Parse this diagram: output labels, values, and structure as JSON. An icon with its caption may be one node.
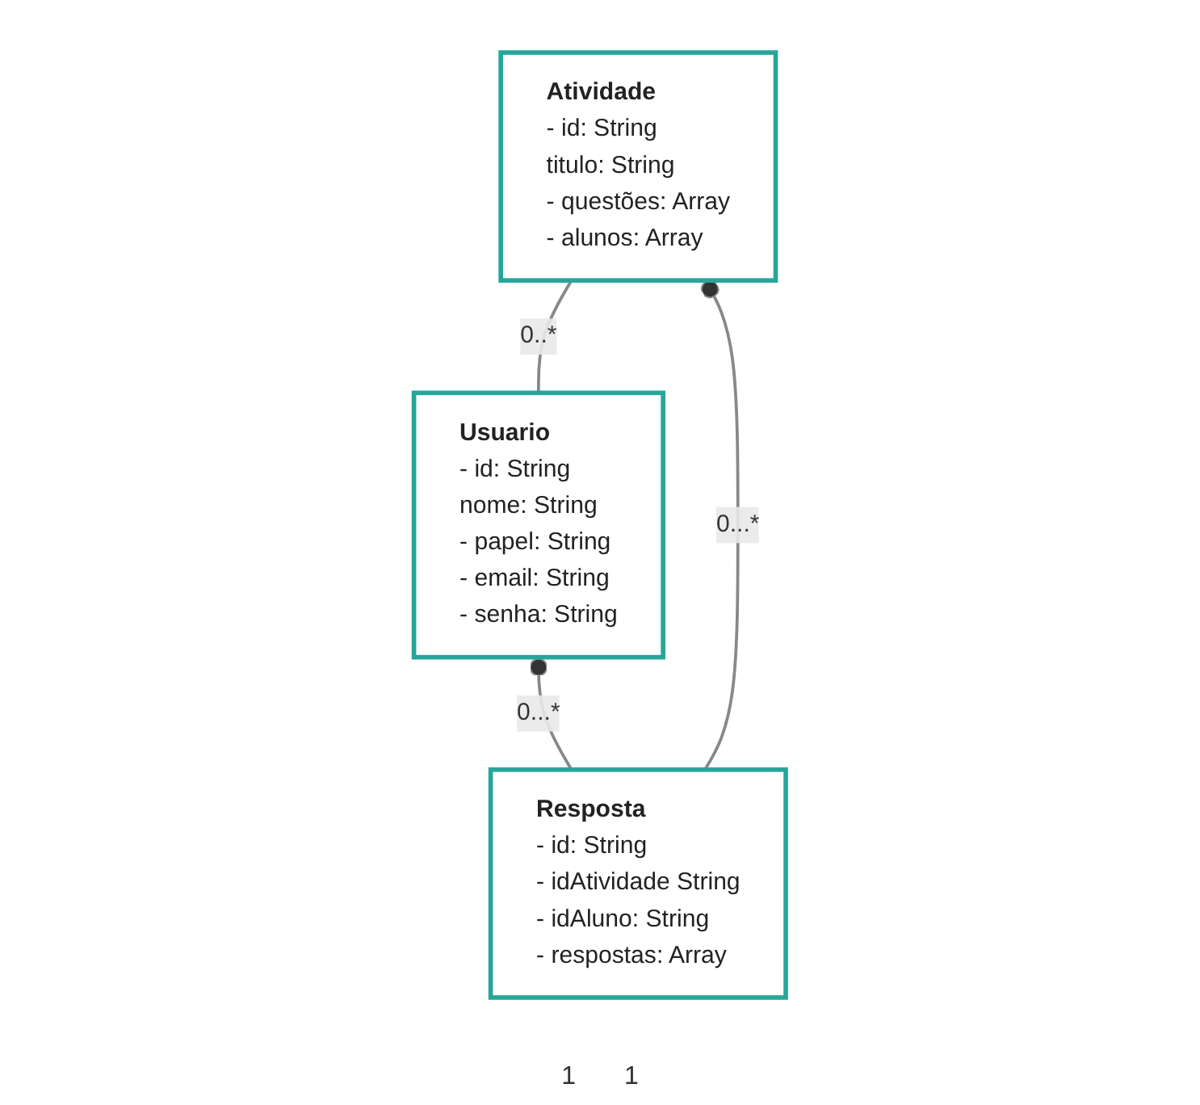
{
  "diagram": {
    "nodes": [
      {
        "text": [
          "Usuario",
          "- id: String",
          "nome: String",
          "- papel: String",
          "- email: String",
          "- senha: String"
        ]
      },
      {
        "text": [
          "Atividade",
          "- id: String",
          "titulo: String",
          "- questões: Array",
          "- alunos: Array"
        ]
      },
      {
        "text": [
          "Resposta",
          "- id: String",
          "- idAtividade String",
          "- idAluno: String",
          "- respostas: Array"
        ]
      }
    ],
    "edges": [
      {
        "from": 0,
        "to": 1,
        "arrow": "none",
        "label": "0..*"
      },
      {
        "from": 0,
        "to": 2,
        "arrow": "other",
        "label": "0...*"
      },
      {
        "from": 1,
        "to": 2,
        "arrow": "other",
        "label": "0...*"
      }
    ],
    "labels": [
      "1",
      "1"
    ]
  }
}
